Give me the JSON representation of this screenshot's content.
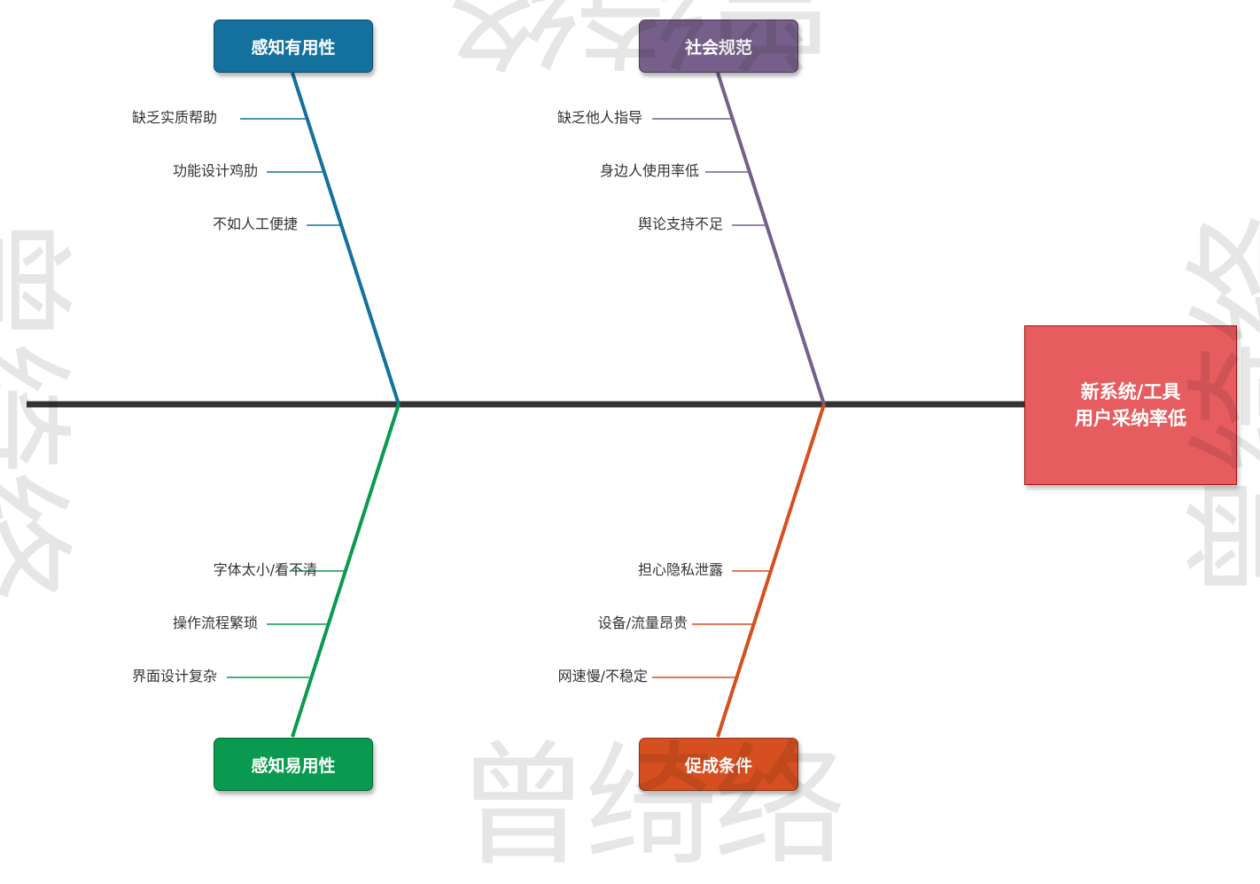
{
  "diagram": {
    "type": "fishbone",
    "head": {
      "line1": "新系统/工具",
      "line2": "用户采纳率低",
      "color": "#e65c5f",
      "border": "#9e0f12"
    },
    "spine_color": "#333333",
    "categories": [
      {
        "label": "感知有用性",
        "color": "#14719e",
        "position": "top-left",
        "causes": [
          "缺乏实质帮助",
          "功能设计鸡肋",
          "不如人工便捷"
        ]
      },
      {
        "label": "社会规范",
        "color": "#765f8a",
        "position": "top-right",
        "causes": [
          "缺乏他人指导",
          "身边人使用率低",
          "舆论支持不足"
        ]
      },
      {
        "label": "感知易用性",
        "color": "#0a9a4f",
        "position": "bottom-left",
        "causes": [
          "字体太小/看不清",
          "操作流程繁琐",
          "界面设计复杂"
        ]
      },
      {
        "label": "促成条件",
        "color": "#d64f20",
        "position": "bottom-right",
        "causes": [
          "担心隐私泄露",
          "设备/流量昂贵",
          "网速慢/不稳定"
        ]
      }
    ]
  },
  "watermark": {
    "chars": [
      "曾",
      "绮",
      "络"
    ],
    "color": "#e4e4e4"
  }
}
